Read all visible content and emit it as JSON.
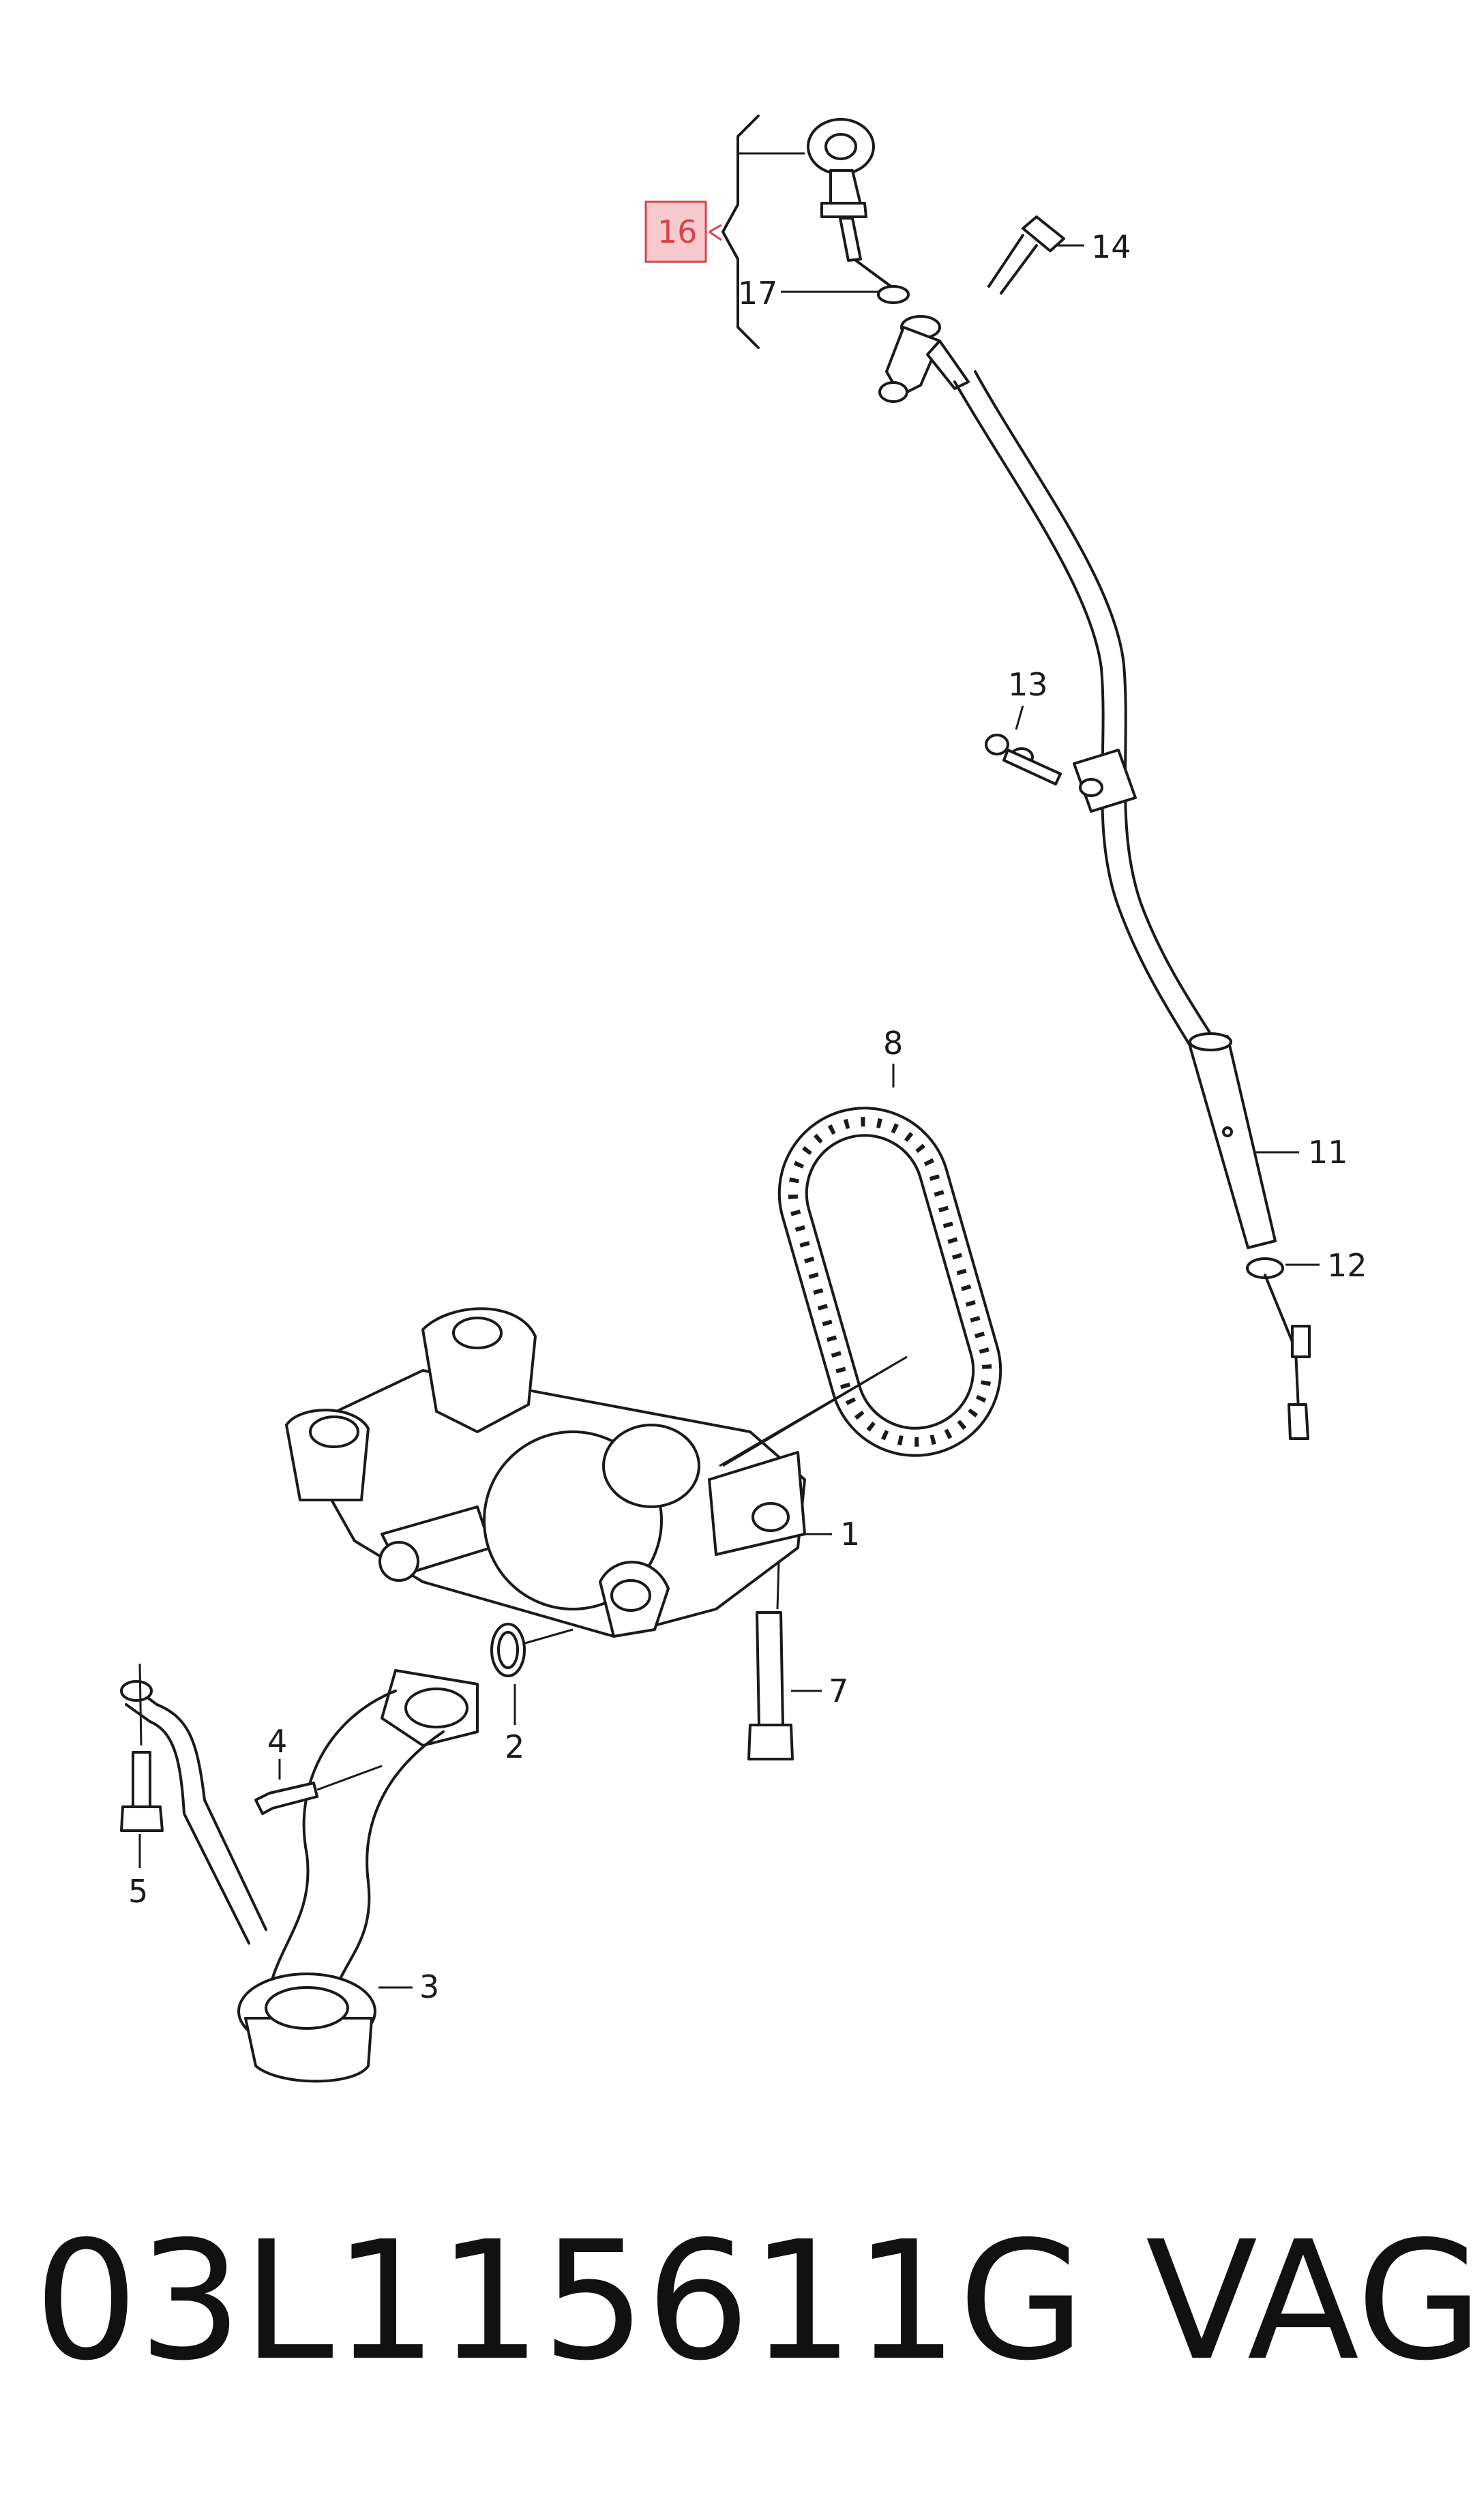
{
  "callouts": [
    {
      "id": "c1",
      "text": "1"
    },
    {
      "id": "c2",
      "text": "2"
    },
    {
      "id": "c3",
      "text": "3"
    },
    {
      "id": "c4",
      "text": "4"
    },
    {
      "id": "c5",
      "text": "5"
    },
    {
      "id": "c7",
      "text": "7"
    },
    {
      "id": "c8",
      "text": "8"
    },
    {
      "id": "c11",
      "text": "11"
    },
    {
      "id": "c12",
      "text": "12"
    },
    {
      "id": "c13",
      "text": "13"
    },
    {
      "id": "c14",
      "text": "14"
    },
    {
      "id": "c16",
      "text": "16"
    },
    {
      "id": "c17",
      "text": "17"
    }
  ],
  "highlighted_callout": "16",
  "highlight_color": "#f6c9cc",
  "footer": {
    "part_number": "03L115611G",
    "brand": "VAG"
  }
}
